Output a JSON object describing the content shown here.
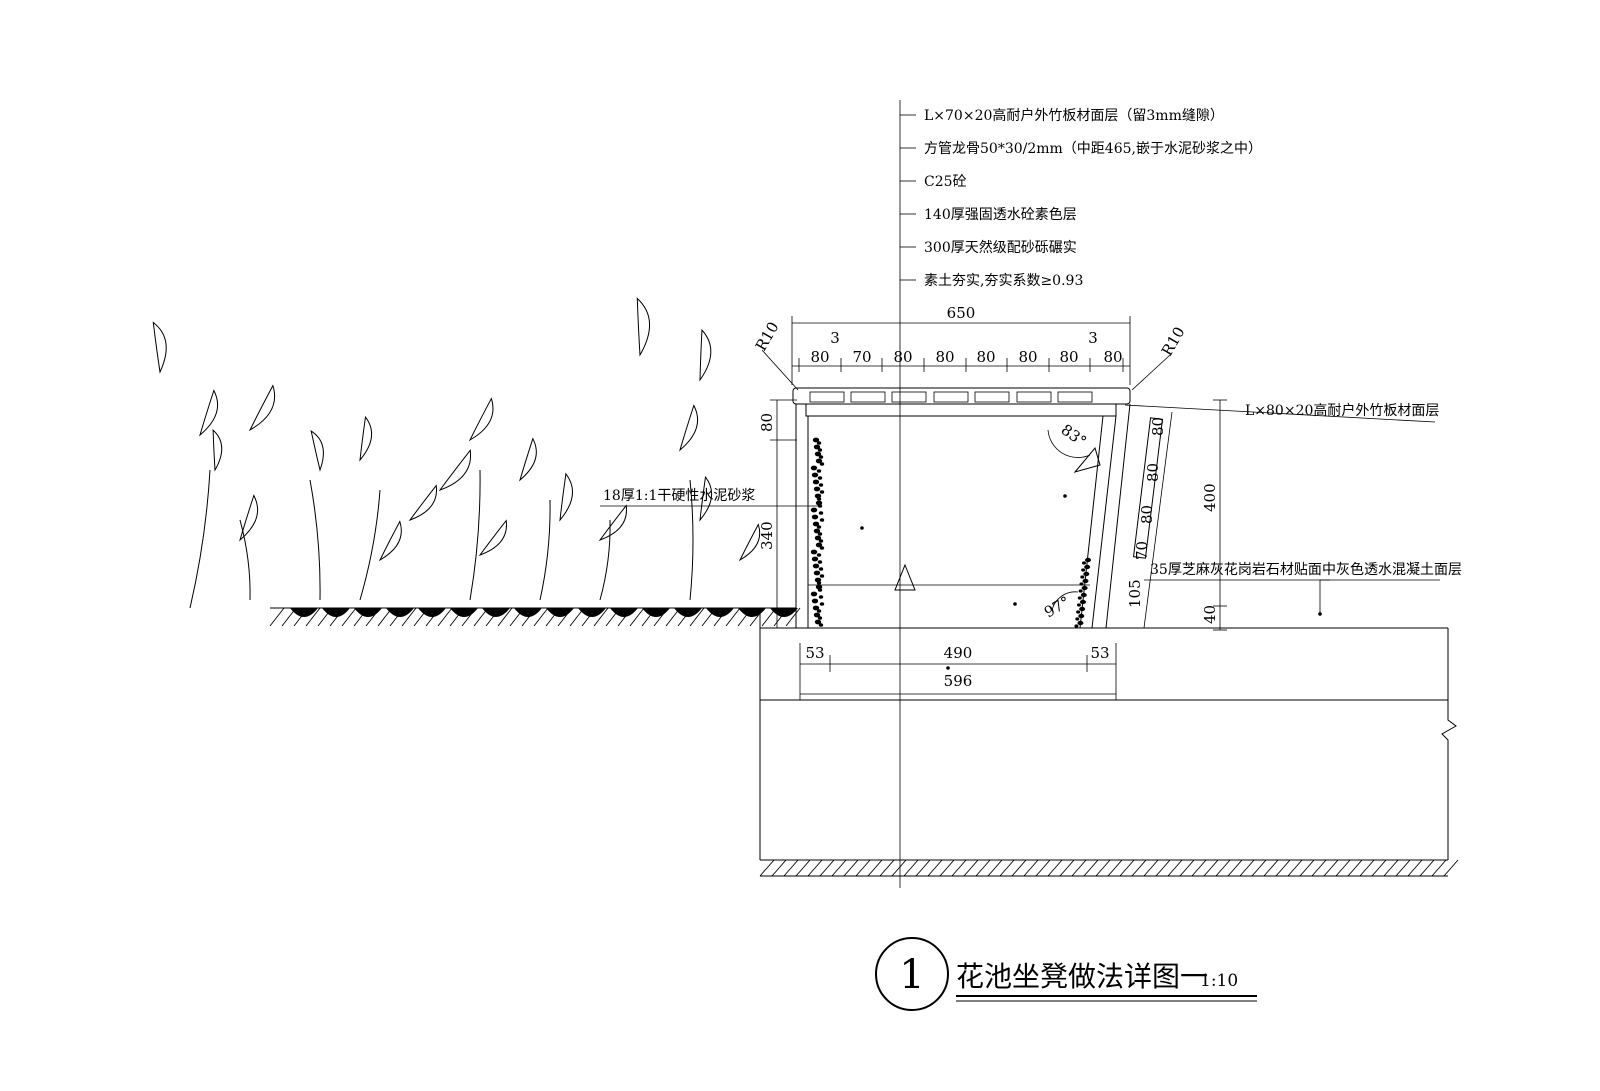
{
  "layer_notes": [
    "L×70×20高耐户外竹板材面层（留3mm缝隙）",
    "方管龙骨50*30/2mm（中距465,嵌于水泥砂浆之中）",
    "C25砼",
    "140厚强固透水砼素色层",
    "300厚天然级配砂砾碾实",
    "素土夯实,夯实系数≥0.93"
  ],
  "labels": {
    "back_panel": "L×80×20高耐户外竹板材面层",
    "mortar": "18厚1:1干硬性水泥砂浆",
    "granite": "35厚芝麻灰花岗岩石材贴面",
    "paving": "中灰色透水混凝土面层",
    "radius_left": "R10",
    "radius_right": "R10",
    "angle_top": "83°",
    "angle_bottom": "97°"
  },
  "dimensions": {
    "overall_width": "650",
    "gap_left": "3",
    "gap_right": "3",
    "slats": [
      "80",
      "70",
      "80",
      "80",
      "80",
      "80",
      "80",
      "80"
    ],
    "left_top": "80",
    "left_height": "340",
    "back_slats": [
      "80",
      "80",
      "80",
      "70"
    ],
    "back_bottom": "105",
    "total_height": "400",
    "curb": "40",
    "base_left": "53",
    "base_mid": "490",
    "base_right": "53",
    "base_total": "596"
  },
  "title": {
    "number": "1",
    "text": "花池坐凳做法详图一",
    "scale": "1:10"
  }
}
